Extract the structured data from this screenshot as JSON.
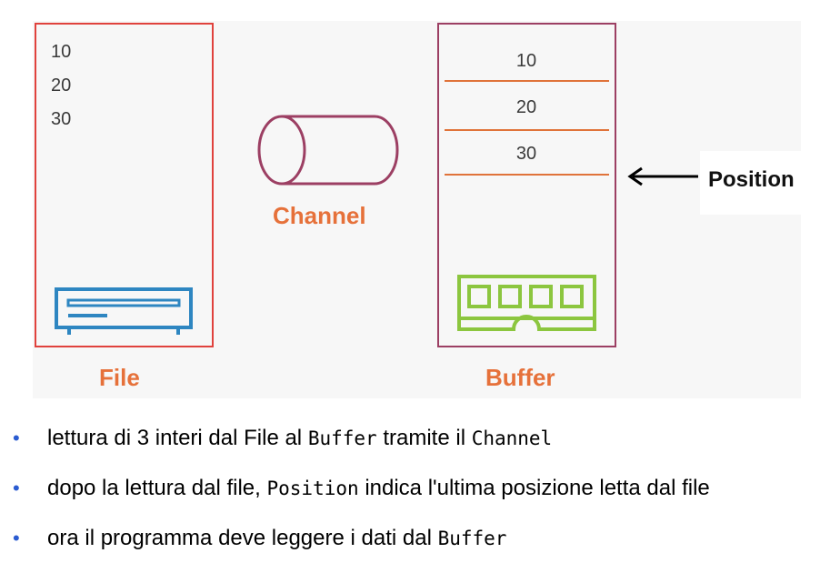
{
  "diagram": {
    "file": {
      "values": [
        "10",
        "20",
        "30"
      ],
      "label": "File"
    },
    "channel": {
      "label": "Channel"
    },
    "buffer": {
      "values": [
        "10",
        "20",
        "30"
      ],
      "label": "Buffer"
    },
    "position": {
      "label": "Position"
    },
    "colors": {
      "file_border": "#e0423d",
      "buffer_border": "#9c3f63",
      "orange": "#e6713a",
      "disk_blue": "#2e86c1",
      "ram_green": "#8cc63f"
    },
    "icons": {
      "file": "disk-drive-icon",
      "buffer": "ram-module-icon",
      "channel": "cylinder-icon"
    }
  },
  "bullets": [
    {
      "before": "lettura di 3 interi dal File al ",
      "code1": "Buffer",
      "middle": " tramite il ",
      "code2": "Channel",
      "after": ""
    },
    {
      "before": "dopo la lettura dal file, ",
      "code1": "Position",
      "middle": " indica l'ultima posizione letta dal file",
      "code2": "",
      "after": ""
    },
    {
      "before": "ora il programma deve leggere i dati dal ",
      "code1": "Buffer",
      "middle": "",
      "code2": "",
      "after": ""
    }
  ],
  "bullet_marker": "•"
}
